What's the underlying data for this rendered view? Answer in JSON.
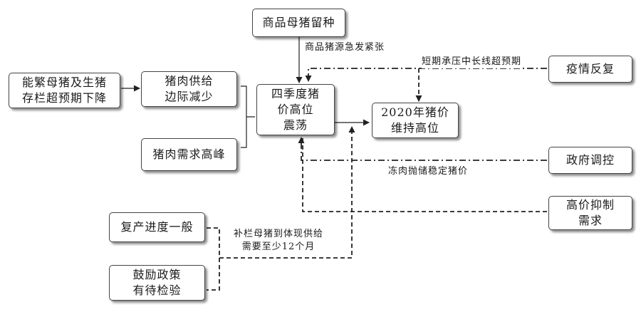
{
  "nodes": {
    "sow_retention": "商品母猪留种",
    "breeding_sow_decline": "能繁母猪及生猪\n存栏超预期下降",
    "supply_decrease": "猪肉供给\n边际减少",
    "demand_peak": "猪肉需求高峰",
    "quarter_fluctuation": "四季度猪\n价高位\n震荡",
    "price_2020": "2020年猪价\n维持高位",
    "epidemic_repeat": "疫情反复",
    "gov_control": "政府调控",
    "high_price_demand": "高价抑制\n需求",
    "recovery_progress": "复产进度一般",
    "policy_test": "鼓励政策\n有待检验"
  },
  "labels": {
    "source_tight": "商品猪源急发紧张",
    "short_term": "短期承压中长线超预期",
    "frozen_pork": "冻肉抛储稳定猪价",
    "restock": "补栏母猪到体现供给\n需要至少12个月"
  }
}
